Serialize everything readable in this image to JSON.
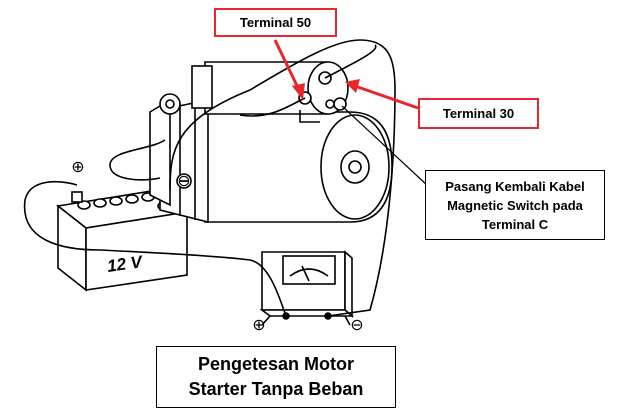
{
  "labels": {
    "terminal_50": "Terminal 50",
    "terminal_30": "Terminal 30",
    "magnetic_switch_note": [
      "Pasang Kembali Kabel",
      "Magnetic Switch pada",
      "Terminal C"
    ],
    "battery_voltage": "12 V",
    "caption": [
      "Pengetesan Motor",
      "Starter Tanpa Beban"
    ]
  },
  "symbols": {
    "plus": "⊕",
    "minus": "⊖"
  },
  "colors": {
    "accent_red": "#e8262b",
    "line": "#000000"
  }
}
